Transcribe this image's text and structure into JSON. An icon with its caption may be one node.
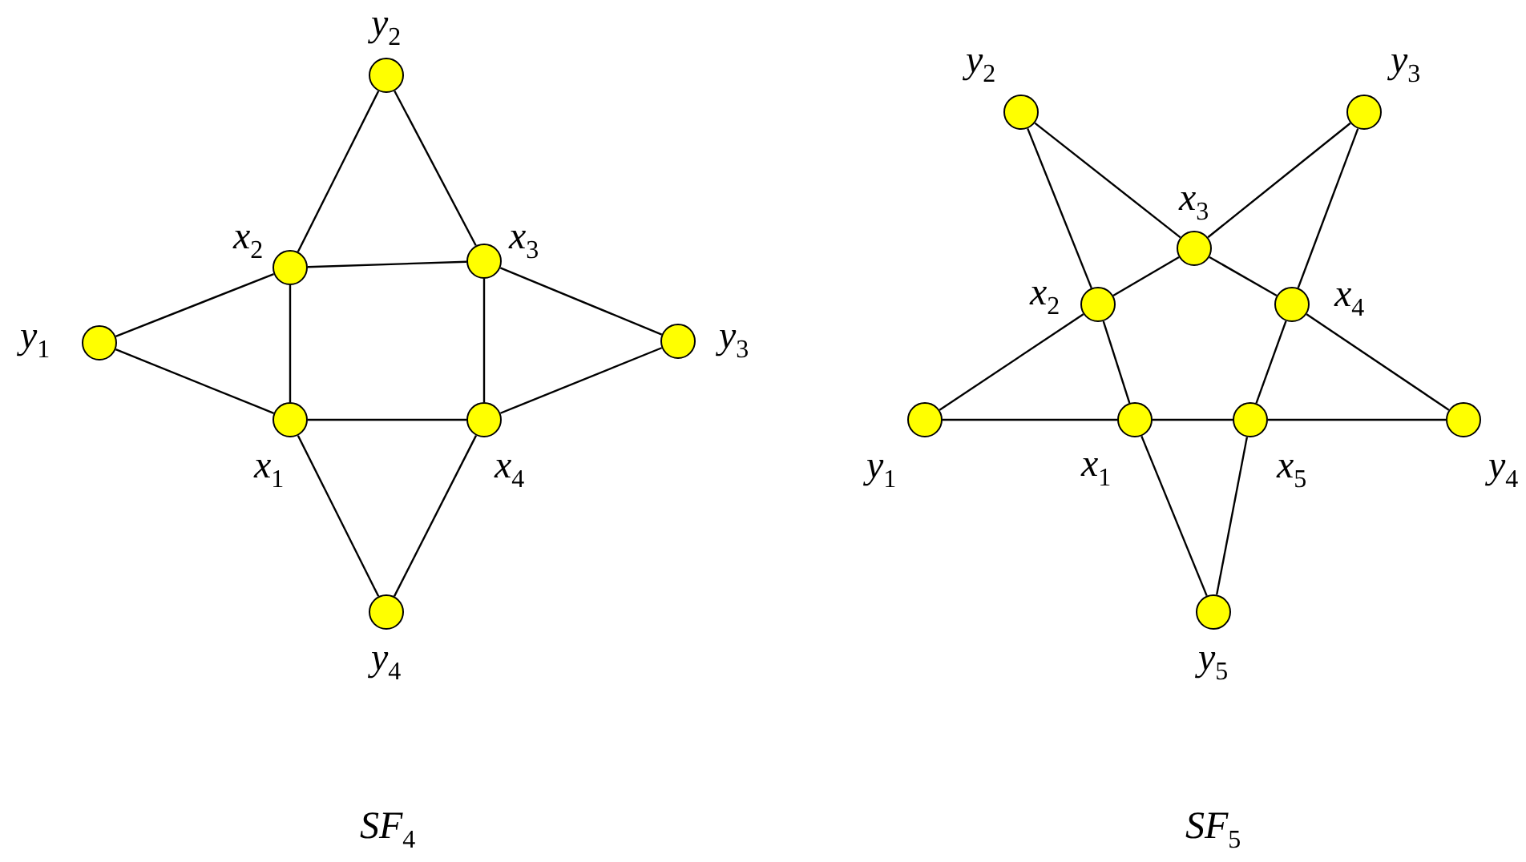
{
  "diagram": {
    "nodes": [
      {
        "text": [],
        "shape": "circle",
        "beside": [
          "x$_{1}$"
        ]
      },
      {
        "text": [],
        "shape": "circle",
        "beside": [
          "x$_{2}$"
        ]
      },
      {
        "text": [],
        "shape": "circle",
        "beside": [
          "x$_{3}$"
        ]
      },
      {
        "text": [],
        "shape": "circle",
        "beside": [
          "x$_{4}$"
        ]
      },
      {
        "text": [],
        "shape": "circle",
        "beside": [
          "y$_{1}$"
        ]
      },
      {
        "text": [],
        "shape": "circle",
        "beside": [
          "y$_{2}$"
        ]
      },
      {
        "text": [],
        "shape": "circle",
        "beside": [
          "y$_{3}$"
        ]
      },
      {
        "text": [],
        "shape": "circle",
        "beside": [
          "y$_{4}$"
        ]
      },
      {
        "text": [],
        "shape": "circle",
        "beside": [
          "x$_{1}$"
        ]
      },
      {
        "text": [],
        "shape": "circle",
        "beside": [
          "x$_{2}$"
        ]
      },
      {
        "text": [],
        "shape": "circle",
        "beside": [
          "x$_{3}$"
        ]
      },
      {
        "text": [],
        "shape": "circle",
        "beside": [
          "x$_{4}$"
        ]
      },
      {
        "text": [],
        "shape": "circle",
        "beside": [
          "x$_{5}$"
        ]
      },
      {
        "text": [],
        "shape": "circle",
        "beside": [
          "y$_{1}$"
        ]
      },
      {
        "text": [],
        "shape": "circle",
        "beside": [
          "y$_{2}$"
        ]
      },
      {
        "text": [],
        "shape": "circle",
        "beside": [
          "y$_{3}$"
        ]
      },
      {
        "text": [],
        "shape": "circle",
        "beside": [
          "y$_{4}$"
        ]
      },
      {
        "text": [],
        "shape": "circle",
        "beside": [
          "y$_{5}$"
        ]
      }
    ],
    "edges": [
      {
        "from": 0,
        "to": 1,
        "arrow": "none"
      },
      {
        "from": 1,
        "to": 2,
        "arrow": "none"
      },
      {
        "from": 2,
        "to": 3,
        "arrow": "none"
      },
      {
        "from": 3,
        "to": 0,
        "arrow": "none"
      },
      {
        "from": 4,
        "to": 0,
        "arrow": "none"
      },
      {
        "from": 4,
        "to": 1,
        "arrow": "none"
      },
      {
        "from": 5,
        "to": 1,
        "arrow": "none"
      },
      {
        "from": 5,
        "to": 2,
        "arrow": "none"
      },
      {
        "from": 6,
        "to": 2,
        "arrow": "none"
      },
      {
        "from": 6,
        "to": 3,
        "arrow": "none"
      },
      {
        "from": 7,
        "to": 3,
        "arrow": "none"
      },
      {
        "from": 7,
        "to": 0,
        "arrow": "none"
      },
      {
        "from": 8,
        "to": 9,
        "arrow": "none"
      },
      {
        "from": 9,
        "to": 10,
        "arrow": "none"
      },
      {
        "from": 10,
        "to": 11,
        "arrow": "none"
      },
      {
        "from": 11,
        "to": 12,
        "arrow": "none"
      },
      {
        "from": 12,
        "to": 8,
        "arrow": "none"
      },
      {
        "from": 13,
        "to": 8,
        "arrow": "none"
      },
      {
        "from": 13,
        "to": 9,
        "arrow": "none"
      },
      {
        "from": 14,
        "to": 9,
        "arrow": "none"
      },
      {
        "from": 14,
        "to": 10,
        "arrow": "none"
      },
      {
        "from": 15,
        "to": 10,
        "arrow": "none"
      },
      {
        "from": 15,
        "to": 11,
        "arrow": "none"
      },
      {
        "from": 16,
        "to": 11,
        "arrow": "none"
      },
      {
        "from": 16,
        "to": 12,
        "arrow": "none"
      },
      {
        "from": 17,
        "to": 12,
        "arrow": "none"
      },
      {
        "from": 17,
        "to": 8,
        "arrow": "none"
      }
    ],
    "labels": [
      "SF$_{4}$",
      "SF$_{5}$"
    ]
  }
}
